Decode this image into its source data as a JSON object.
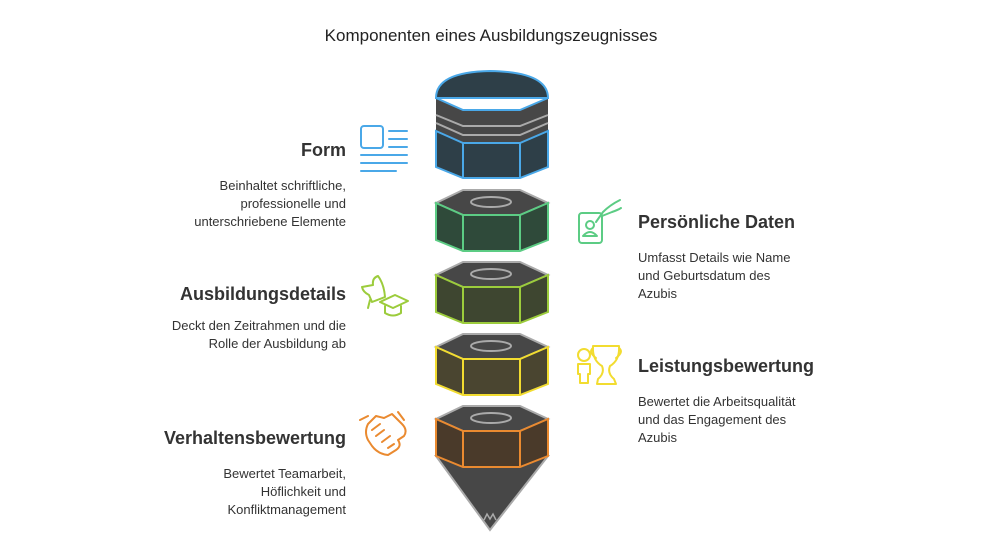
{
  "title": "Komponenten eines Ausbildungszeugnisses",
  "colors": {
    "form": "#4aa8e8",
    "personal": "#5ccc84",
    "training": "#9ccc3c",
    "performance": "#f2dc30",
    "behavior": "#ea8a30"
  },
  "items": [
    {
      "heading": "Form",
      "lines": [
        "Beinhaltet schriftliche,",
        "professionelle und",
        "unterschriebene Elemente"
      ],
      "icon": "document-icon"
    },
    {
      "heading": "Persönliche Daten",
      "lines": [
        "Umfasst Details wie Name",
        "und Geburtsdatum des",
        "Azubis"
      ],
      "icon": "id-card-icon"
    },
    {
      "heading": "Ausbildungsdetails",
      "lines": [
        "Deckt den Zeitrahmen und die",
        "Rolle der Ausbildung ab"
      ],
      "icon": "graduation-cap-icon"
    },
    {
      "heading": "Leistungsbewertung",
      "lines": [
        "Bewertet die Arbeitsqualität",
        "und das Engagement des",
        "Azubis"
      ],
      "icon": "trophy-icon"
    },
    {
      "heading": "Verhaltensbewertung",
      "lines": [
        "Bewertet Teamarbeit,",
        "Höflichkeit und",
        "Konfliktmanagement"
      ],
      "icon": "handshake-icon"
    }
  ]
}
